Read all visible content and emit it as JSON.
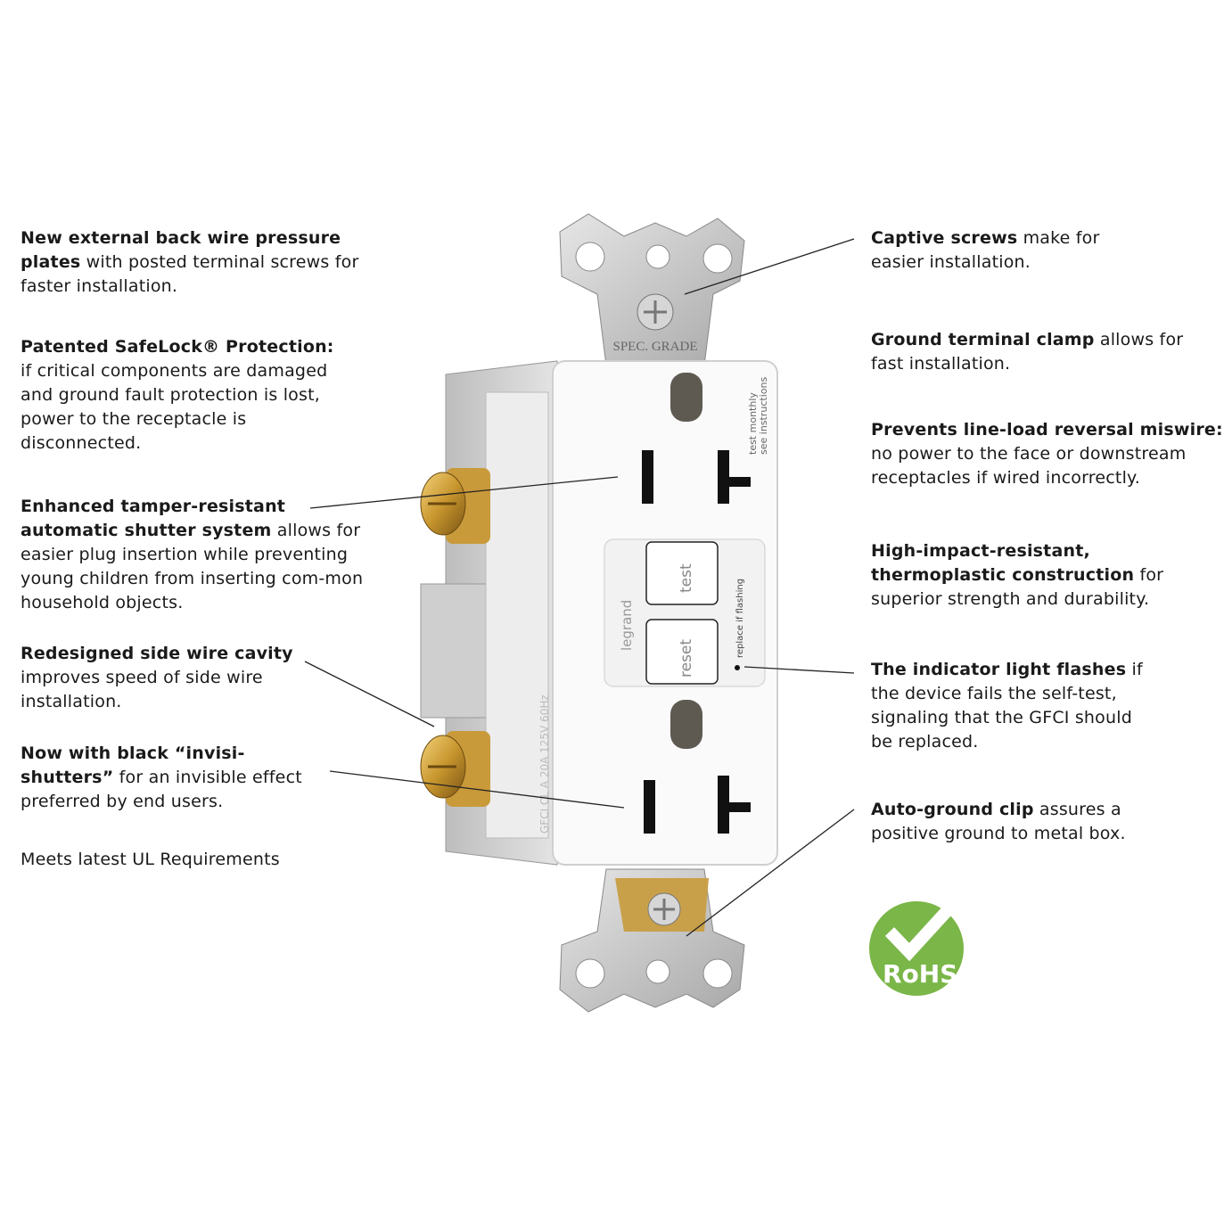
{
  "left_features": [
    {
      "bold": "New external back wire pressure plates",
      "text": " with posted terminal screws for faster installation."
    },
    {
      "bold": "Patented SafeLock® Protection:",
      "text": " if critical components are damaged and ground fault protection is lost, power to the receptacle is disconnected."
    },
    {
      "bold": "Enhanced tamper-resistant automatic shutter system",
      "text": " allows for easier plug insertion while preventing young children from inserting com-mon household objects."
    },
    {
      "bold": "Redesigned side wire cavity",
      "text": " improves speed of side wire installation."
    },
    {
      "bold": "Now with black “invisi-shutters”",
      "text": " for an invisible effect preferred by end users."
    },
    {
      "bold": "",
      "text": "Meets latest UL Requirements"
    }
  ],
  "right_features": [
    {
      "bold": "Captive screws",
      "text": " make for easier installation."
    },
    {
      "bold": "Ground terminal clamp",
      "text": " allows for fast installation."
    },
    {
      "bold": "Prevents line-load reversal miswire:",
      "text": " no power to the face or downstream receptacles if wired incorrectly."
    },
    {
      "bold": "High-impact-resistant, thermoplastic construction",
      "text": " for superior strength and durability."
    },
    {
      "bold": "The indicator light flashes",
      "text": " if the device fails the self-test, signaling that the GFCI should be replaced."
    },
    {
      "bold": "Auto-ground clip",
      "text": " assures a positive ground to metal box."
    }
  ],
  "device": {
    "strap_label": "SPEC. GRADE",
    "brand": "legrand",
    "test_button": "test",
    "reset_button": "reset",
    "indicator_label": "replace if flashing",
    "instructions_line1": "test monthly",
    "instructions_line2": "see instructions",
    "side_rating": "GFCI CL A   20A  125V  60Hz"
  },
  "badge": {
    "label": "RoHS",
    "color": "#7ab648"
  }
}
